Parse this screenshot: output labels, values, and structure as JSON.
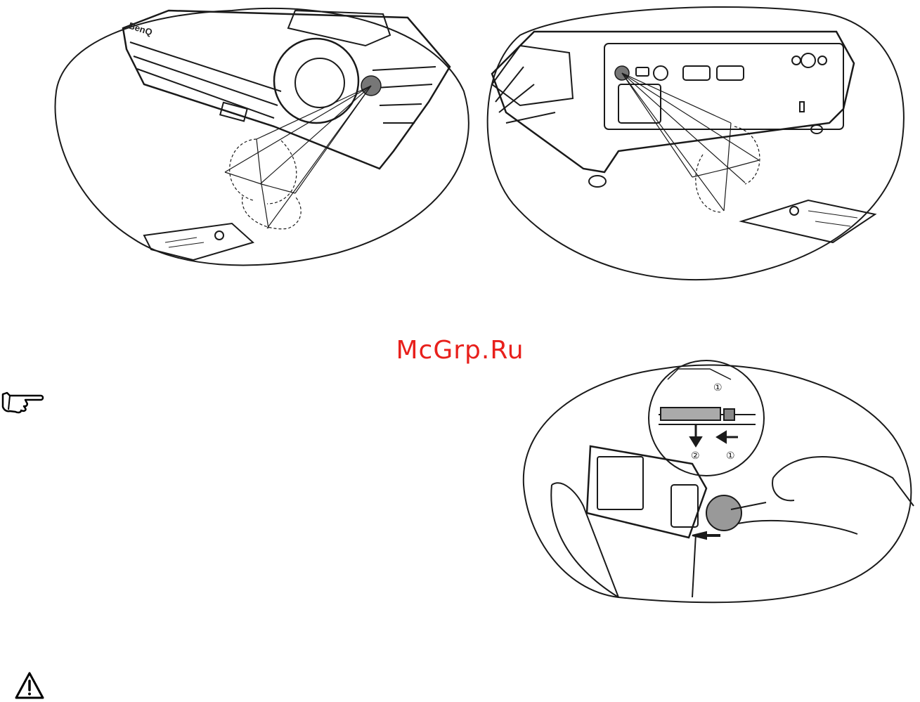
{
  "page": {
    "watermark": "McGrp.Ru"
  },
  "figures": {
    "front_view": {
      "brand_label": "BenQ"
    },
    "battery_view": {
      "step_1": "①",
      "step_2": "②"
    }
  },
  "icons": {
    "note": "pointing-hand-icon",
    "caution": "warning-icon"
  }
}
